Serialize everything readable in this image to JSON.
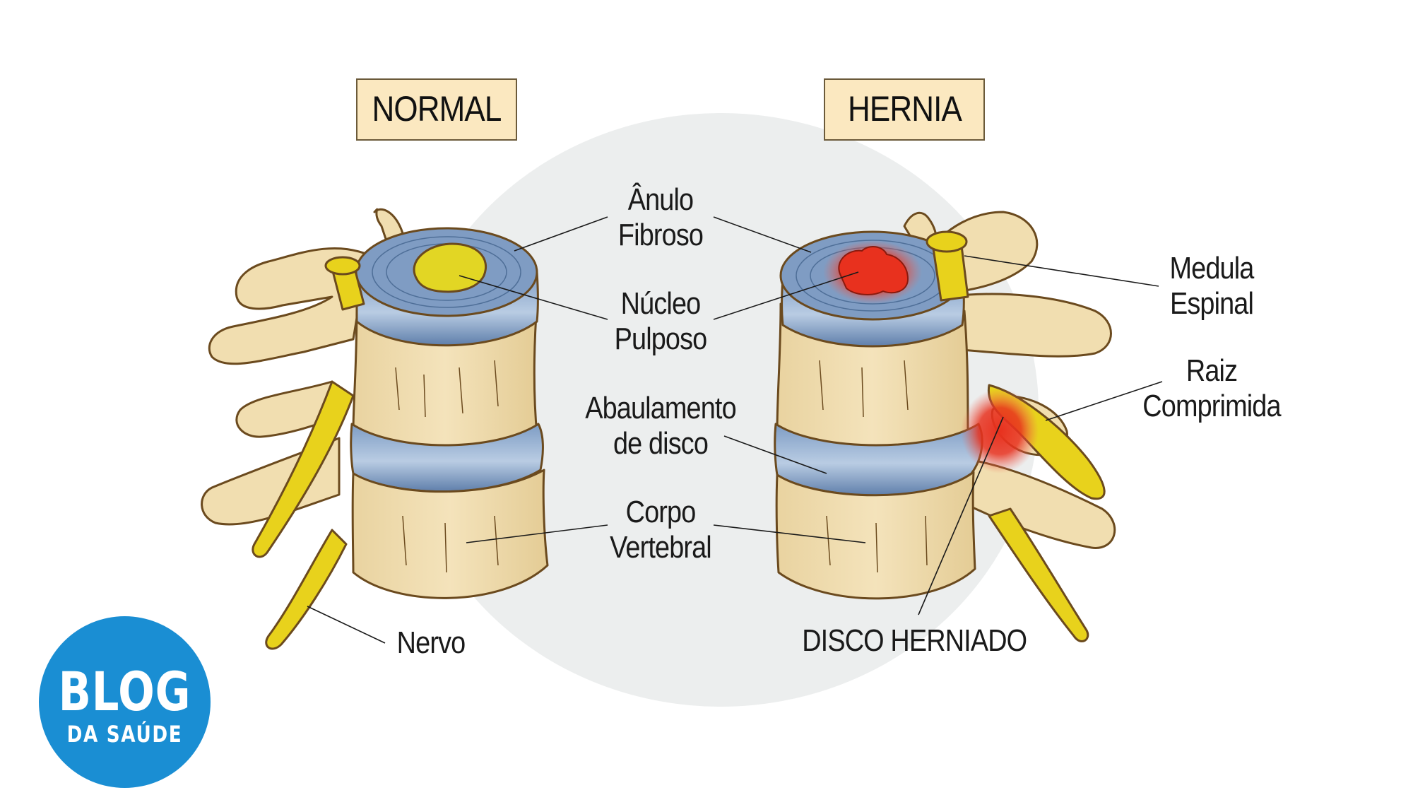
{
  "tags": {
    "normal": "NORMAL",
    "hernia": "HERNIA"
  },
  "labels": {
    "anulo_line1": "Ânulo",
    "anulo_line2": "Fibroso",
    "nucleo_line1": "Núcleo",
    "nucleo_line2": "Pulposo",
    "abaulamento_line1": "Abaulamento",
    "abaulamento_line2": "de disco",
    "corpo_line1": "Corpo",
    "corpo_line2": "Vertebral",
    "nervo": "Nervo",
    "medula_line1": "Medula",
    "medula_line2": "Espinal",
    "raiz_line1": "Raiz",
    "raiz_line2": "Comprimida",
    "disco_herniado": "DISCO HERNIADO"
  },
  "logo": {
    "line1": "BLOG",
    "line2": "DA SAÚDE"
  },
  "colors": {
    "bone": "#f1deb0",
    "bone_outline": "#6b4a1e",
    "disc": "#6f8fb8",
    "disc_highlight": "#b8cde4",
    "nucleus": "#e2d624",
    "nerve": "#e8d21c",
    "herniation": "#e8311e",
    "background_oval": "#eceeee",
    "logo": "#1a8ed3"
  }
}
